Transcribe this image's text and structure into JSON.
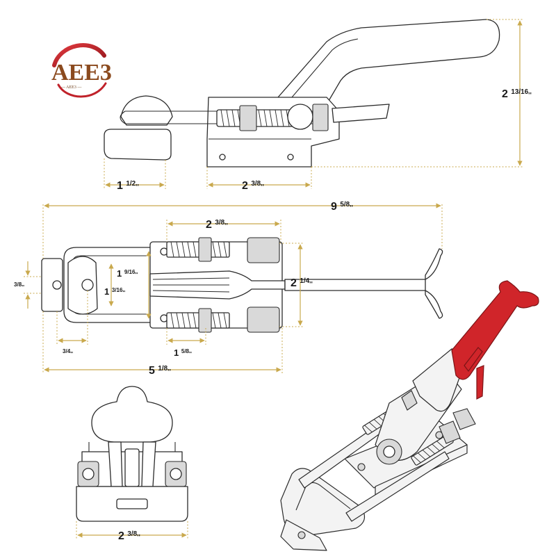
{
  "logo": {
    "mark": "AEE3",
    "tagline": "— AEE3 —",
    "colors": {
      "ring": "#c0222a",
      "text_a": "#8b4a1e",
      "text_e": "#c0222a",
      "shadow": "#6b3a14"
    }
  },
  "dimensions": {
    "side_height": {
      "whole": "2 ",
      "frac": "13/16",
      "unit": "''"
    },
    "side_hook": {
      "whole": "1 ",
      "frac": "1/2",
      "unit": "''"
    },
    "side_base": {
      "whole": "2 ",
      "frac": "3/8",
      "unit": "''"
    },
    "top_total": {
      "whole": "9 ",
      "frac": "5/8",
      "unit": "''"
    },
    "top_spread": {
      "whole": "2 ",
      "frac": "3/8",
      "unit": "''"
    },
    "top_hole_sep": {
      "whole": "1 ",
      "frac": "9/16",
      "unit": "''"
    },
    "top_inner": {
      "whole": "1 ",
      "frac": "3/16",
      "unit": "''"
    },
    "top_width": {
      "whole": "2 ",
      "frac": "1/4",
      "unit": "''"
    },
    "top_tip": {
      "whole": "",
      "frac": "3/8",
      "unit": "''"
    },
    "top_end": {
      "whole": "",
      "frac": "3/4",
      "unit": "''"
    },
    "top_thread": {
      "whole": "1 ",
      "frac": "5/8",
      "unit": "''"
    },
    "top_length": {
      "whole": "5 ",
      "frac": "1/8",
      "unit": "''"
    },
    "front_width": {
      "whole": "2 ",
      "frac": "3/8",
      "unit": "''"
    }
  },
  "colors": {
    "dimension_line": "#c9a94d",
    "grip": "#d0252a",
    "outline": "#2a2a2a"
  },
  "icons": [
    "logo-mark",
    "toggle-clamp-side-view",
    "toggle-clamp-top-view",
    "toggle-clamp-front-view",
    "toggle-clamp-3d-view"
  ]
}
